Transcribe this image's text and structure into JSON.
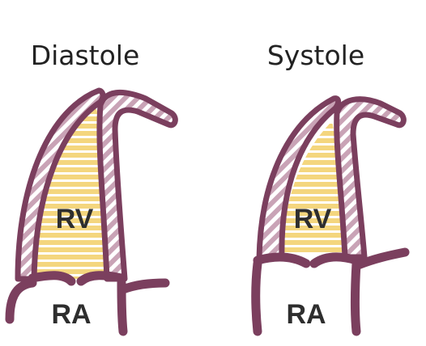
{
  "panels": [
    {
      "title": "Diastole",
      "ventricle_label": "RV",
      "atrium_label": "RA"
    },
    {
      "title": "Systole",
      "ventricle_label": "RV",
      "atrium_label": "RA"
    }
  ],
  "colors": {
    "wall": "#7b3f5e",
    "wall_stripe": "#ffffff",
    "wall_band": "#c9a3b6",
    "blood": "#f4d67e",
    "blood_stripe": "#ffffff",
    "text": "#2e2e2e"
  }
}
